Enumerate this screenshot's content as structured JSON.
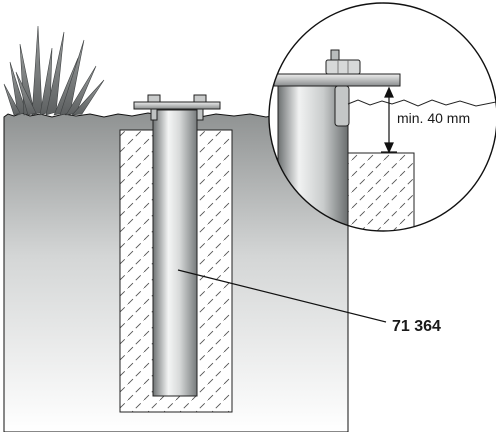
{
  "diagram": {
    "part_number": "71 364",
    "clearance_label": "min. 40 mm",
    "colors": {
      "soil_light": "#e3e5e5",
      "soil_dark": "#9ea1a1",
      "pipe_light": "#f2f3f3",
      "pipe_dark": "#7f8384",
      "concrete_hatch": "#555555",
      "line": "#111111"
    },
    "icons": [
      "grass",
      "mounting-plate",
      "bolt",
      "pipe-post",
      "concrete-foundation",
      "detail-magnifier-circle",
      "dimension-arrow"
    ]
  }
}
